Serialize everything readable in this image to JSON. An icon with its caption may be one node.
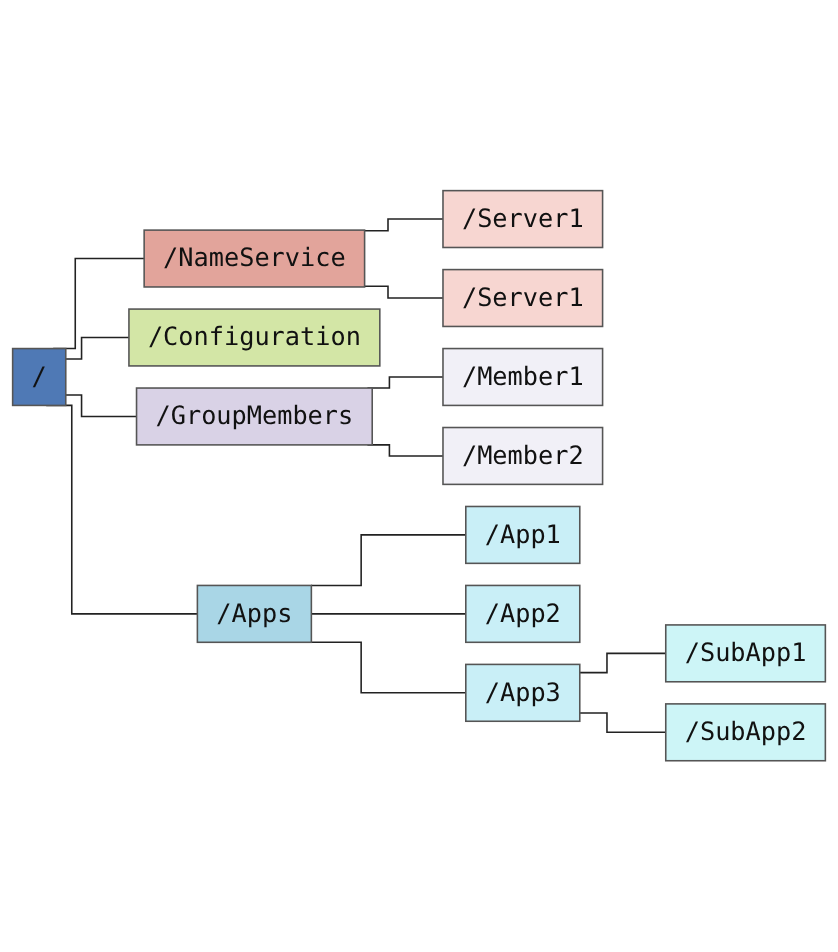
{
  "diagram": {
    "nodes": [
      {
        "text": [
          "/"
        ]
      },
      {
        "text": [
          "/NameService"
        ]
      },
      {
        "text": [
          "/Server1"
        ]
      },
      {
        "text": [
          "/Server1"
        ]
      },
      {
        "text": [
          "/Configuration"
        ]
      },
      {
        "text": [
          "/GroupMembers"
        ]
      },
      {
        "text": [
          "/Member1"
        ]
      },
      {
        "text": [
          "/Member2"
        ]
      },
      {
        "text": [
          "/Apps"
        ]
      },
      {
        "text": [
          "/App1"
        ]
      },
      {
        "text": [
          "/App2"
        ]
      },
      {
        "text": [
          "/App3"
        ]
      },
      {
        "text": [
          "/SubApp1"
        ]
      },
      {
        "text": [
          "/SubApp2"
        ]
      }
    ],
    "edges": [
      {
        "from": 0,
        "to": 1,
        "arrow": "none"
      },
      {
        "from": 1,
        "to": 2,
        "arrow": "none"
      },
      {
        "from": 1,
        "to": 3,
        "arrow": "none"
      },
      {
        "from": 0,
        "to": 4,
        "arrow": "none"
      },
      {
        "from": 0,
        "to": 5,
        "arrow": "none"
      },
      {
        "from": 5,
        "to": 6,
        "arrow": "none"
      },
      {
        "from": 5,
        "to": 7,
        "arrow": "none"
      },
      {
        "from": 0,
        "to": 8,
        "arrow": "none"
      },
      {
        "from": 8,
        "to": 9,
        "arrow": "none"
      },
      {
        "from": 8,
        "to": 10,
        "arrow": "none"
      },
      {
        "from": 8,
        "to": 11,
        "arrow": "none"
      },
      {
        "from": 11,
        "to": 12,
        "arrow": "none"
      },
      {
        "from": 11,
        "to": 13,
        "arrow": "none"
      }
    ]
  }
}
